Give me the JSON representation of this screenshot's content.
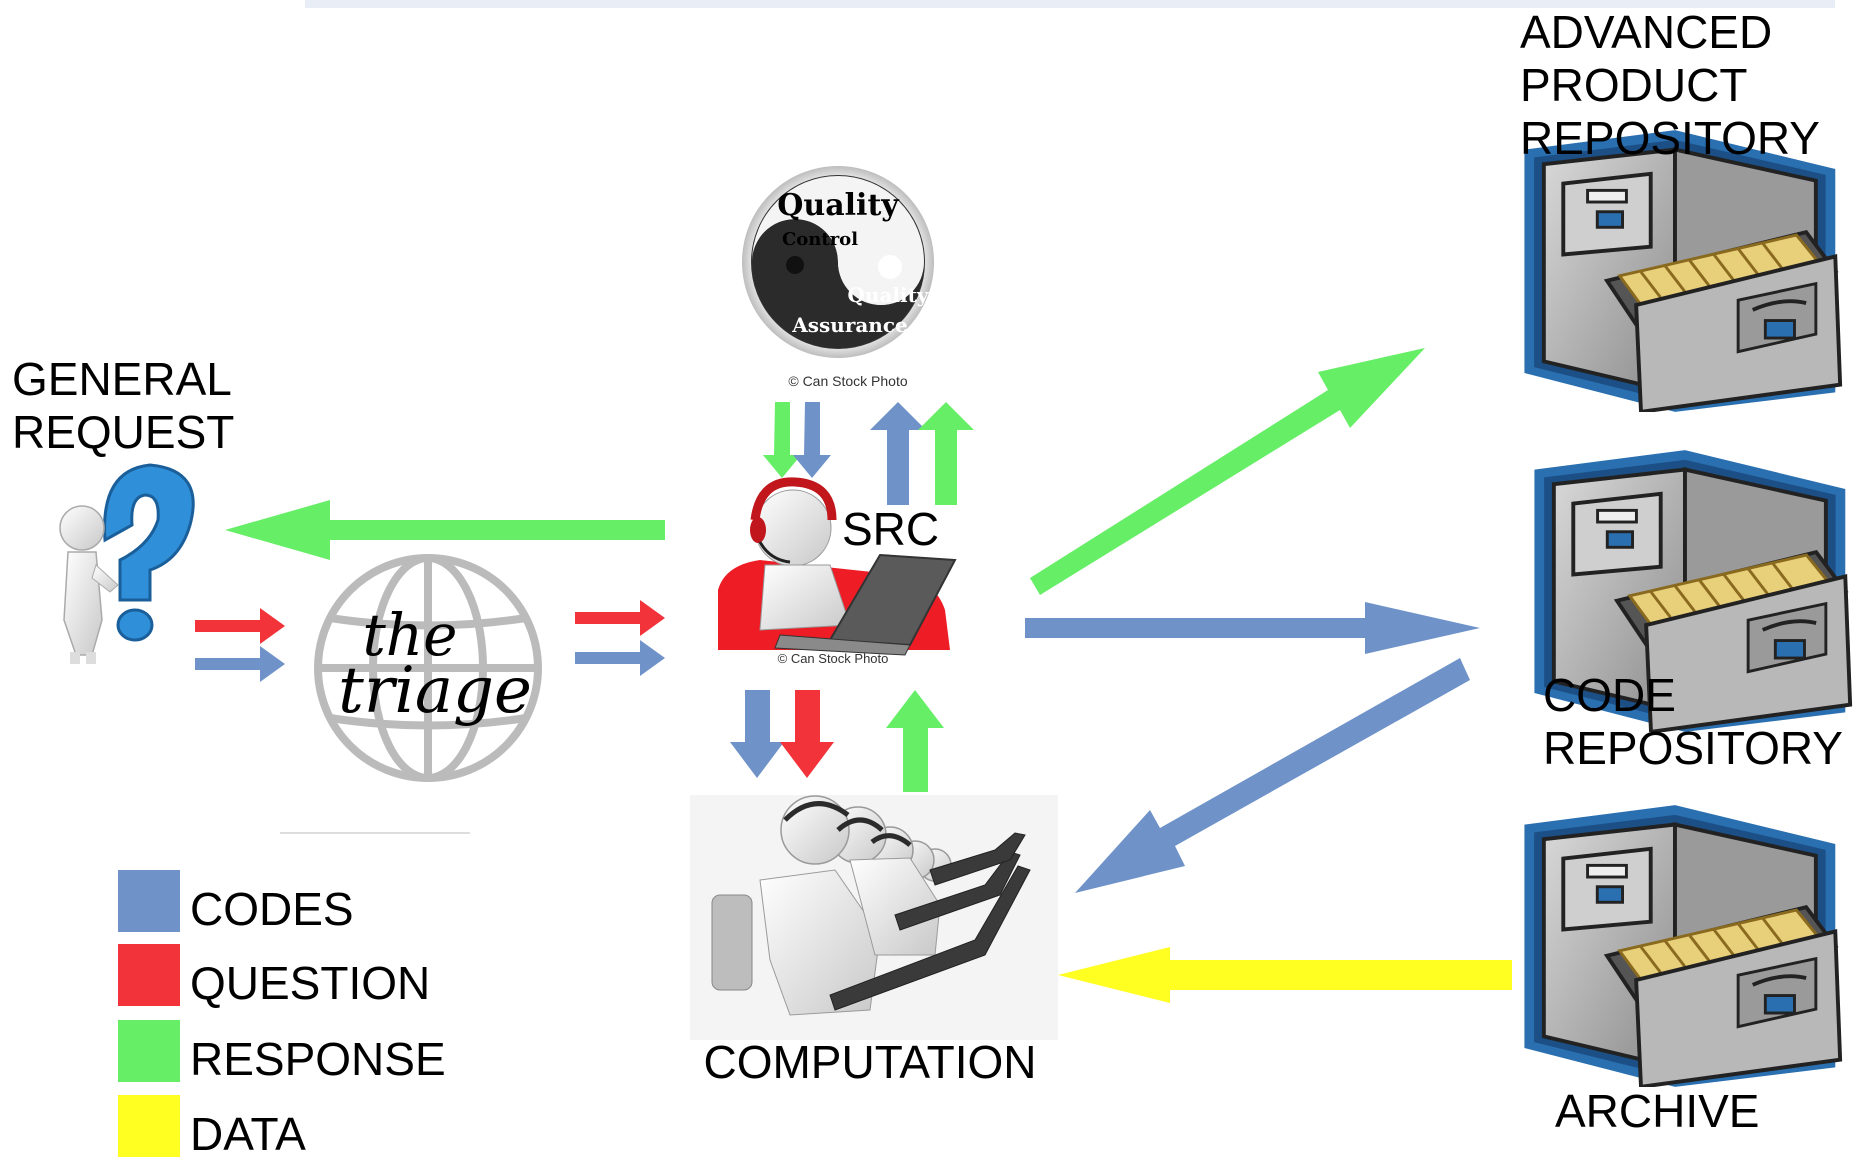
{
  "top_band_color": "#e9eef6",
  "colors": {
    "codes": "#6f93c8",
    "question": "#f2333a",
    "response": "#66ee66",
    "data": "#ffff22"
  },
  "nodes": {
    "general_request": {
      "line1": "GENERAL",
      "line2": "REQUEST",
      "icon": "question-mark-figure-icon"
    },
    "triage": {
      "line1": "the",
      "line2": "triage",
      "icon": "globe-icon"
    },
    "qc": {
      "top": "Quality",
      "sub": "Control",
      "mid": "Quality",
      "bottom": "Assurance",
      "credit": "© Can Stock Photo",
      "icon": "yin-yang-icon"
    },
    "src": {
      "label": "SRC",
      "credit": "© Can Stock Photo",
      "icon": "support-operator-icon"
    },
    "computation": {
      "label": "COMPUTATION",
      "icon": "operators-row-icon"
    },
    "advanced_repo": {
      "line1": "ADVANCED",
      "line2": "PRODUCT",
      "line3": "REPOSITORY",
      "icon": "file-cabinet-icon"
    },
    "code_repo": {
      "line1": "CODE",
      "line2": "REPOSITORY",
      "icon": "file-cabinet-icon"
    },
    "archive": {
      "label": "ARCHIVE",
      "icon": "file-cabinet-icon"
    }
  },
  "legend": [
    {
      "key": "codes",
      "label": "CODES"
    },
    {
      "key": "question",
      "label": "QUESTION"
    },
    {
      "key": "response",
      "label": "RESPONSE"
    },
    {
      "key": "data",
      "label": "DATA"
    }
  ]
}
